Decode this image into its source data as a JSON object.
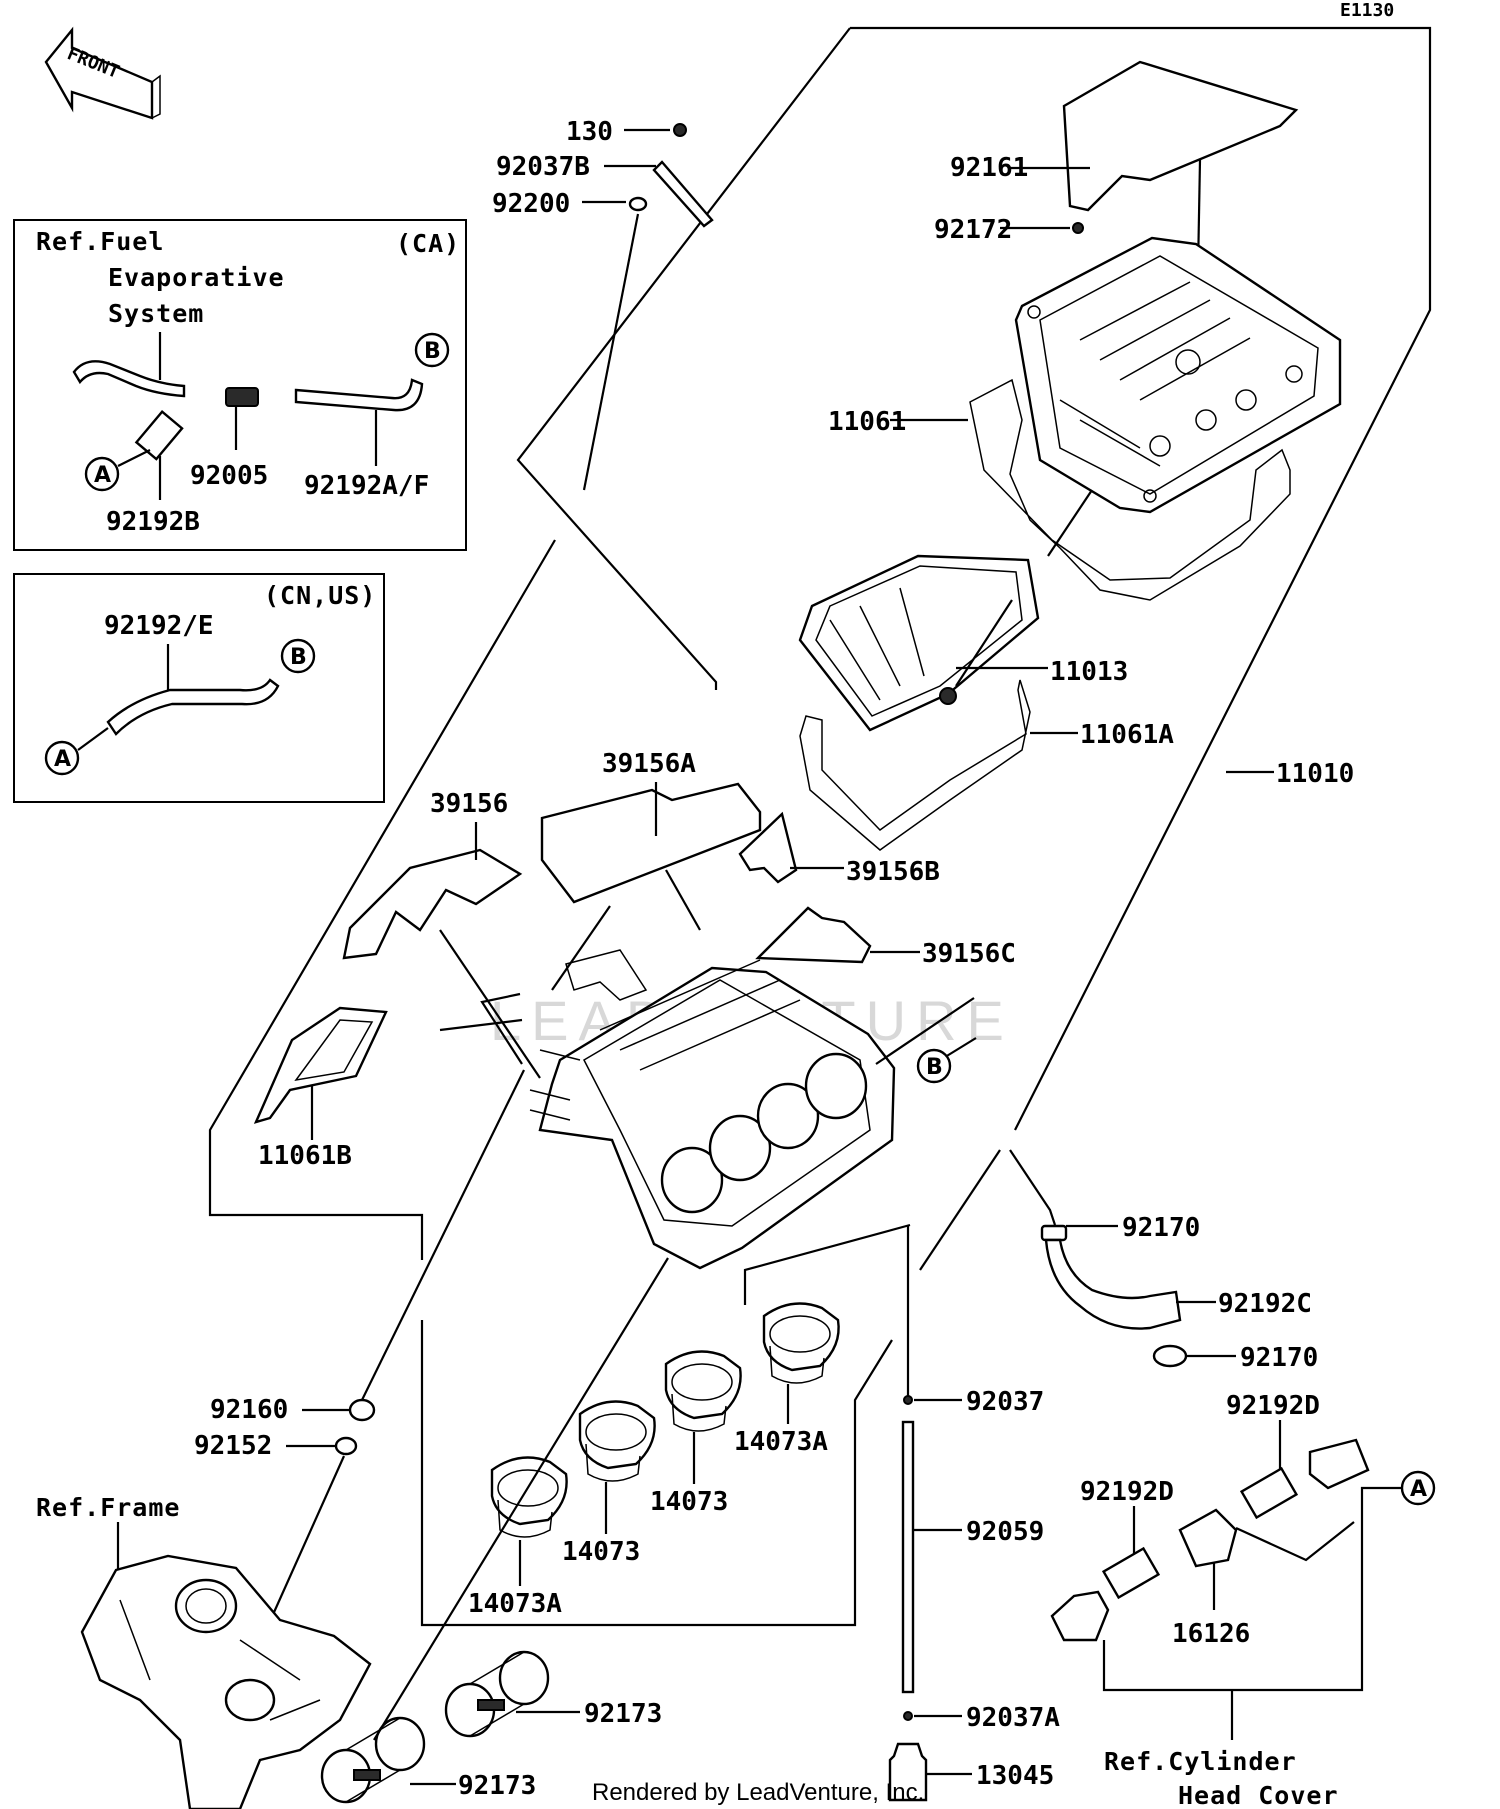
{
  "diagram_code": "E1130",
  "front_label": "FRONT",
  "footer": "Rendered by LeadVenture, Inc.",
  "watermark": "LEADVENTURE",
  "inset_ca": {
    "ref_line1": "Ref.Fuel",
    "ref_line2": "Evaporative",
    "ref_line3": "System",
    "region": "(CA)",
    "parts": [
      "92005",
      "92192A/F",
      "92192B"
    ],
    "markers": [
      "A",
      "B"
    ]
  },
  "inset_cn_us": {
    "region": "(CN,US)",
    "part": "92192/E",
    "markers": [
      "A",
      "B"
    ]
  },
  "part_labels": {
    "p130": "130",
    "p92037B": "92037B",
    "p92200": "92200",
    "p92161": "92161",
    "p92172": "92172",
    "p11061": "11061",
    "p11013": "11013",
    "p11061A": "11061A",
    "p11010": "11010",
    "p39156A": "39156A",
    "p39156": "39156",
    "p39156B": "39156B",
    "p39156C": "39156C",
    "p11061B": "11061B",
    "p92170a": "92170",
    "p92192C": "92192C",
    "p92170b": "92170",
    "p92192D_a": "92192D",
    "p92192D_b": "92192D",
    "p16126": "16126",
    "p92160": "92160",
    "p92152": "92152",
    "p92037": "92037",
    "p92059": "92059",
    "p92037A": "92037A",
    "p13045": "13045",
    "p14073A_a": "14073A",
    "p14073_a": "14073",
    "p14073_b": "14073",
    "p14073A_b": "14073A",
    "p92173_a": "92173",
    "p92173_b": "92173"
  },
  "refs": {
    "frame": "Ref.Frame",
    "cyl_line1": "Ref.Cylinder",
    "cyl_line2": "Head Cover"
  },
  "markers": {
    "b_main": "B",
    "a_right": "A"
  }
}
